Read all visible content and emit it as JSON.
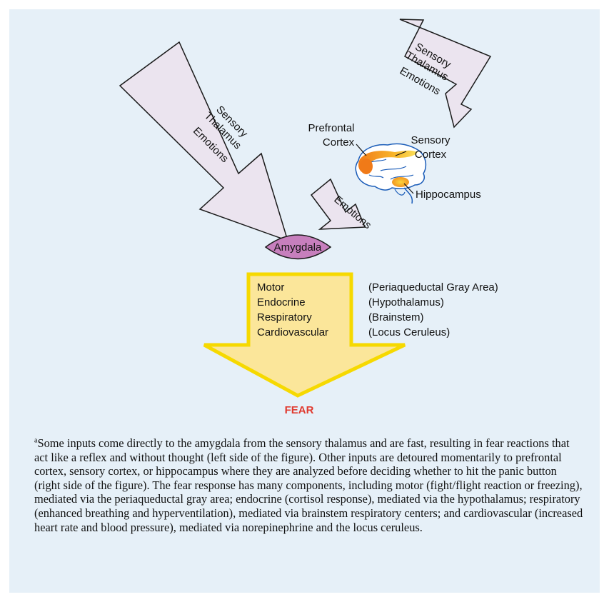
{
  "left_arrow": {
    "lines": [
      "Sensory",
      "Thalamus",
      "Emotions"
    ]
  },
  "top_right_arrow": {
    "lines": [
      "Sensory",
      "Thalamus",
      "Emotions"
    ]
  },
  "middle_arrow": {
    "label": "Emotions"
  },
  "amygdala": {
    "label": "Amygdala"
  },
  "brain_labels": {
    "prefrontal": [
      "Prefrontal",
      "Cortex"
    ],
    "sensory_cortex": [
      "Sensory",
      "Cortex"
    ],
    "hippocampus": "Hippocampus"
  },
  "fear_arrow": {
    "components": [
      "Motor",
      "Endocrine",
      "Respiratory",
      "Cardiovascular"
    ],
    "mediators": [
      "(Periaqueductal Gray Area)",
      "(Hypothalamus)",
      "(Brainstem)",
      "(Locus Ceruleus)"
    ],
    "outcome": "FEAR"
  },
  "caption": {
    "marker": "a",
    "text": "Some inputs come directly to the amygdala from the sensory thalamus and are fast, resulting in fear reactions that act like a reflex and without thought (left side of the figure). Other inputs are detoured momentarily to prefrontal cortex, sensory cortex, or hippocampus where they are analyzed before deciding whether to hit the panic button (right side of the figure). The fear response has many components, including motor (fight/flight reaction or freezing), mediated via the periaqueductal gray area; endocrine (cortisol response), mediated via the hypothalamus; respiratory (enhanced breathing and hyperventilation), mediated via brainstem respiratory centers; and cardiovascular (increased heart rate and blood pressure), mediated via norepinephrine and the locus ceruleus."
  },
  "colors": {
    "panel_bg": "#e6f0f8",
    "arrow_fill": "#ebe4ef",
    "amygdala_fill": "#c77fbd",
    "fear_fill": "#fbe69a",
    "fear_stroke": "#f6d900",
    "fear_text": "#e03a2f",
    "brain_outline": "#1a5cb8",
    "cortex_orange": "#f08a1c"
  }
}
